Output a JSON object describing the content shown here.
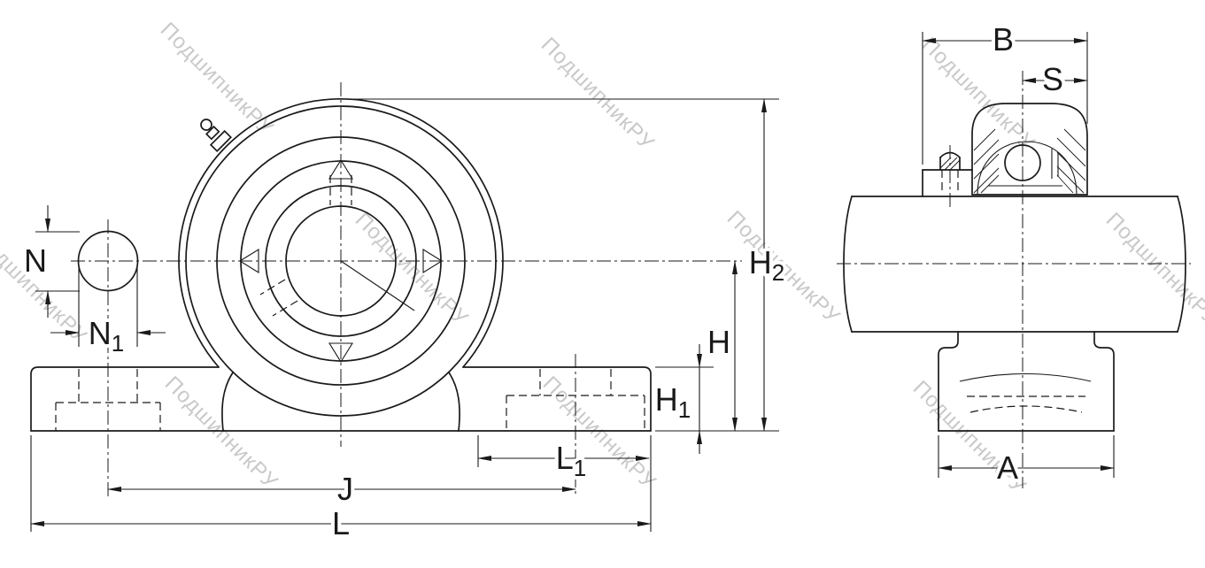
{
  "watermark": {
    "text": "ПодшипникРУ"
  },
  "dims": {
    "N": {
      "base": "N",
      "sub": ""
    },
    "N1": {
      "base": "N",
      "sub": "1"
    },
    "H": {
      "base": "H",
      "sub": ""
    },
    "H1": {
      "base": "H",
      "sub": "1"
    },
    "H2": {
      "base": "H",
      "sub": "2"
    },
    "L": {
      "base": "L",
      "sub": ""
    },
    "L1": {
      "base": "L",
      "sub": "1"
    },
    "J": {
      "base": "J",
      "sub": ""
    },
    "B": {
      "base": "B",
      "sub": ""
    },
    "S": {
      "base": "S",
      "sub": ""
    },
    "A": {
      "base": "A",
      "sub": ""
    }
  },
  "colors": {
    "line": "#1a1a1a",
    "watermark": "#c9c9c9",
    "background": "#ffffff"
  }
}
